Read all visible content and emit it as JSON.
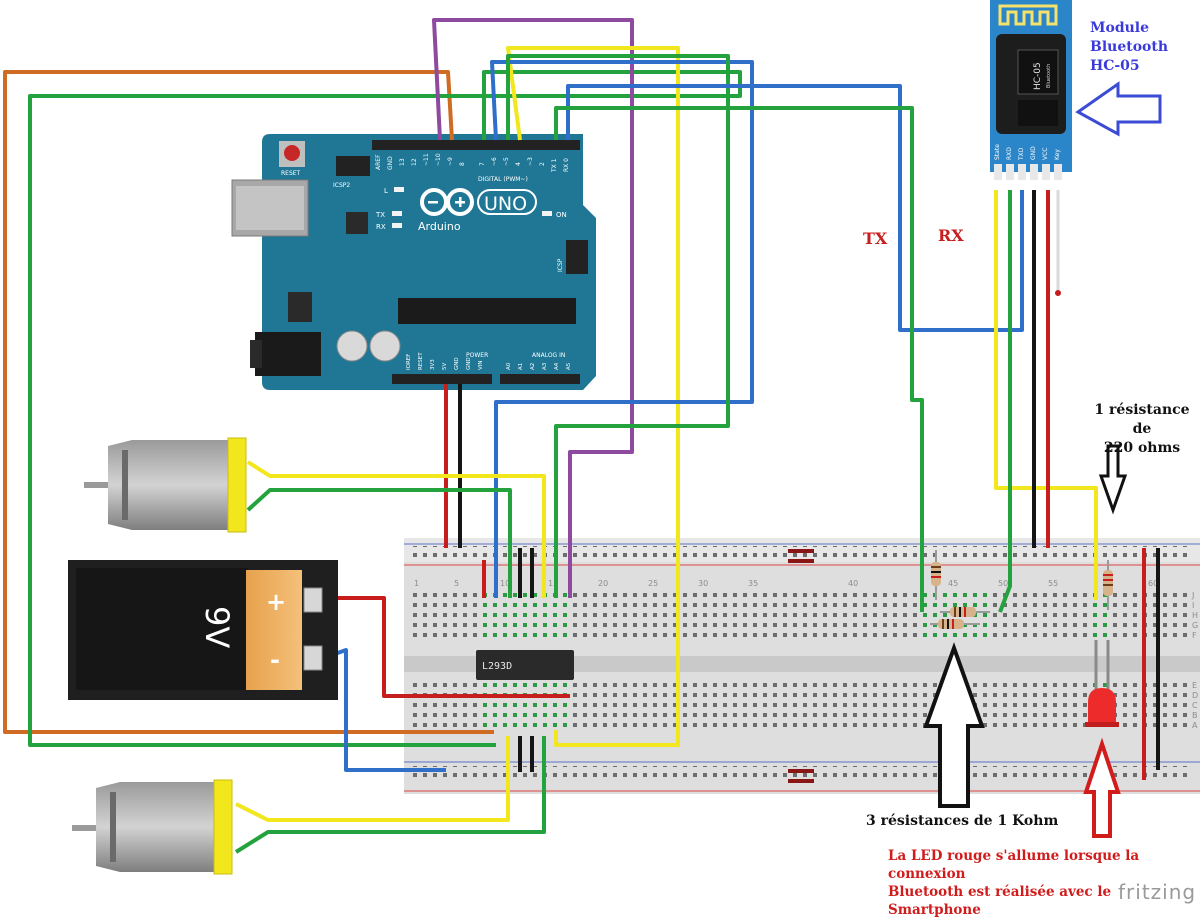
{
  "labels": {
    "module_line1": "Module",
    "module_line2": "Bluetooth",
    "module_line3": "HC-05",
    "tx": "TX",
    "rx": "RX",
    "res220_line1": "1 résistance de",
    "res220_line2": "220 ohms",
    "res1k": "3 résistances de 1 Kohm",
    "led_line1": "La LED rouge s'allume lorsque la connexion",
    "led_line2": "Bluetooth est réalisée avec le Smartphone",
    "brand": "fritzing"
  },
  "arduino": {
    "board_name": "Arduino",
    "model": "UNO",
    "reset": "RESET",
    "icsp2": "ICSP2",
    "icsp": "ICSP",
    "digital": "DIGITAL (PWM~)",
    "power": "POWER",
    "analog": "ANALOG IN",
    "led_l": "L",
    "led_tx": "TX",
    "led_rx": "RX",
    "led_on": "ON",
    "top_pins": [
      "AREF",
      "GND",
      "13",
      "12",
      "~11",
      "~10",
      "~9",
      "8",
      "7",
      "~6",
      "~5",
      "4",
      "~3",
      "2",
      "TX 1",
      "RX 0"
    ],
    "power_pins": [
      "IOREF",
      "RESET",
      "3V3",
      "5V",
      "GND",
      "GND",
      "VIN"
    ],
    "analog_pins": [
      "A0",
      "A1",
      "A2",
      "A3",
      "A4",
      "A5"
    ]
  },
  "hc05": {
    "name": "HC-05",
    "sub": "Bluetooth",
    "pins": [
      "State",
      "RXD",
      "TXD",
      "GND",
      "VCC",
      "Key"
    ]
  },
  "ic": {
    "name": "L293D"
  },
  "battery": {
    "label": "9V",
    "plus": "+",
    "minus": "-"
  },
  "breadboard": {
    "columns": [
      "1",
      "5",
      "10",
      "15",
      "20",
      "25",
      "30",
      "35",
      "40",
      "45",
      "50",
      "55",
      "60"
    ],
    "rows": [
      "J",
      "I",
      "H",
      "G",
      "F",
      "E",
      "D",
      "C",
      "B",
      "A"
    ]
  },
  "colors": {
    "wire_orange": "#cf6b22",
    "wire_green": "#23a23d",
    "wire_blue": "#2f6fc9",
    "wire_yellow": "#f2e61c",
    "wire_purple": "#8e4a9e",
    "wire_red": "#c71d1d",
    "wire_black": "#151515",
    "arduino_teal": "#1f7795",
    "hc05_blue": "#2a86c8"
  }
}
